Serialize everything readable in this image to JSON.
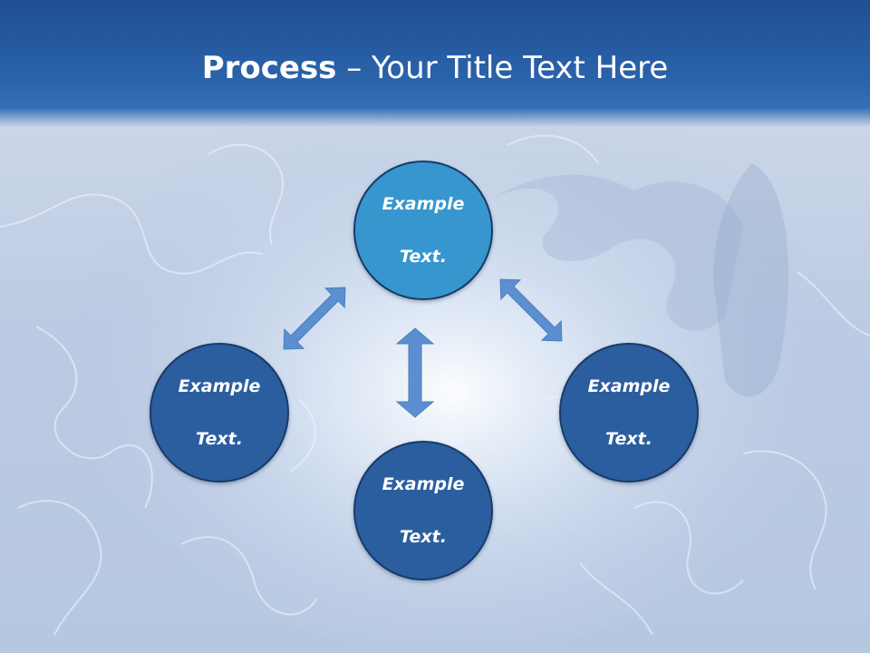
{
  "title": {
    "bold": "Process",
    "rest": " – Your Title Text Here"
  },
  "nodes": {
    "top": {
      "line1": "Example",
      "line2": "Text."
    },
    "left": {
      "line1": "Example",
      "line2": "Text."
    },
    "right": {
      "line1": "Example",
      "line2": "Text."
    },
    "bottom": {
      "line1": "Example",
      "line2": "Text."
    }
  },
  "colors": {
    "header": "#2a62aa",
    "node_highlight": "#3696cd",
    "node": "#2b5e9f",
    "arrow": "#5b8fd0"
  }
}
